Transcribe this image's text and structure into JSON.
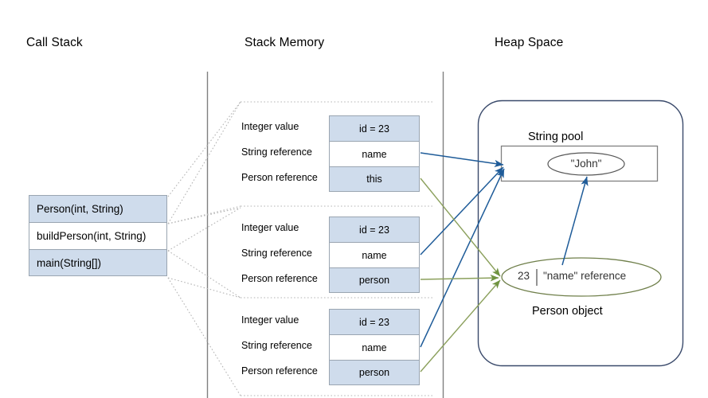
{
  "titles": {
    "call_stack": "Call Stack",
    "stack_memory": "Stack Memory",
    "heap_space": "Heap Space"
  },
  "call_stack": {
    "rows": [
      {
        "label": "Person(int, String)",
        "filled": true
      },
      {
        "label": "buildPerson(int, String)",
        "filled": false
      },
      {
        "label": "main(String[])",
        "filled": true
      }
    ]
  },
  "stack_memory": {
    "row_labels": [
      "Integer value",
      "String reference",
      "Person reference"
    ],
    "frames": [
      {
        "values": [
          "id = 23",
          "name",
          "this"
        ]
      },
      {
        "values": [
          "id = 23",
          "name",
          "person"
        ]
      },
      {
        "values": [
          "id = 23",
          "name",
          "person"
        ]
      }
    ]
  },
  "heap": {
    "string_pool_label": "String pool",
    "string_literal": "\"John\"",
    "person_object_label": "Person object",
    "person_id": "23",
    "person_name_ref": "\"name\" reference"
  },
  "colors": {
    "cell_fill": "#cfdcec",
    "cell_border": "#9aa5b1",
    "blue_arrow": "#1f5c99",
    "green_arrow": "#6f9340",
    "heap_outline": "#3a4a6b",
    "divider": "#808080",
    "dotted": "#b5b5b5"
  }
}
